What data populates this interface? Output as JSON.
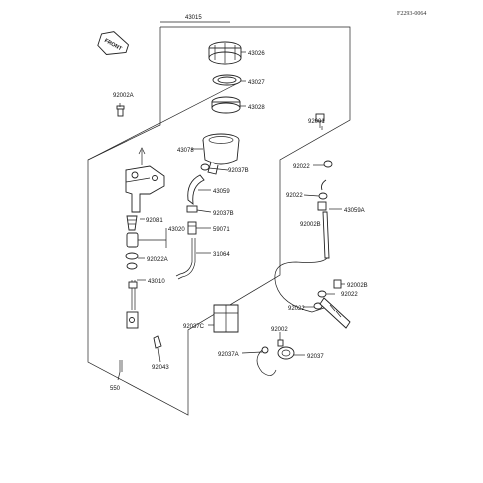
{
  "figure_id": "F2293-0064",
  "front_label": "FRONT",
  "colors": {
    "ink": "#222222",
    "background": "#ffffff"
  },
  "labels": {
    "p43015": "43015",
    "p43026": "43026",
    "p43027": "43027",
    "p43028": "43028",
    "p92002A": "92002A",
    "p92001": "92001",
    "p43078": "43078",
    "p92037B_1": "92037B",
    "p92022_1": "92022",
    "p43059": "43059",
    "p92022_2": "92022",
    "p43059A": "43059A",
    "p92037B_2": "92037B",
    "p92002B_1": "92002B",
    "p92081": "92081",
    "p43020": "43020",
    "p59071": "59071",
    "p92022A": "92022A",
    "p31064": "31064",
    "p43010": "43010",
    "p92002B_2": "92002B",
    "p92022_3": "92022",
    "p92022_4": "92022",
    "p92037C": "92037C",
    "p92002": "92002",
    "p92037A": "92037A",
    "p92037": "92037",
    "p92043": "92043",
    "p550": "550"
  }
}
